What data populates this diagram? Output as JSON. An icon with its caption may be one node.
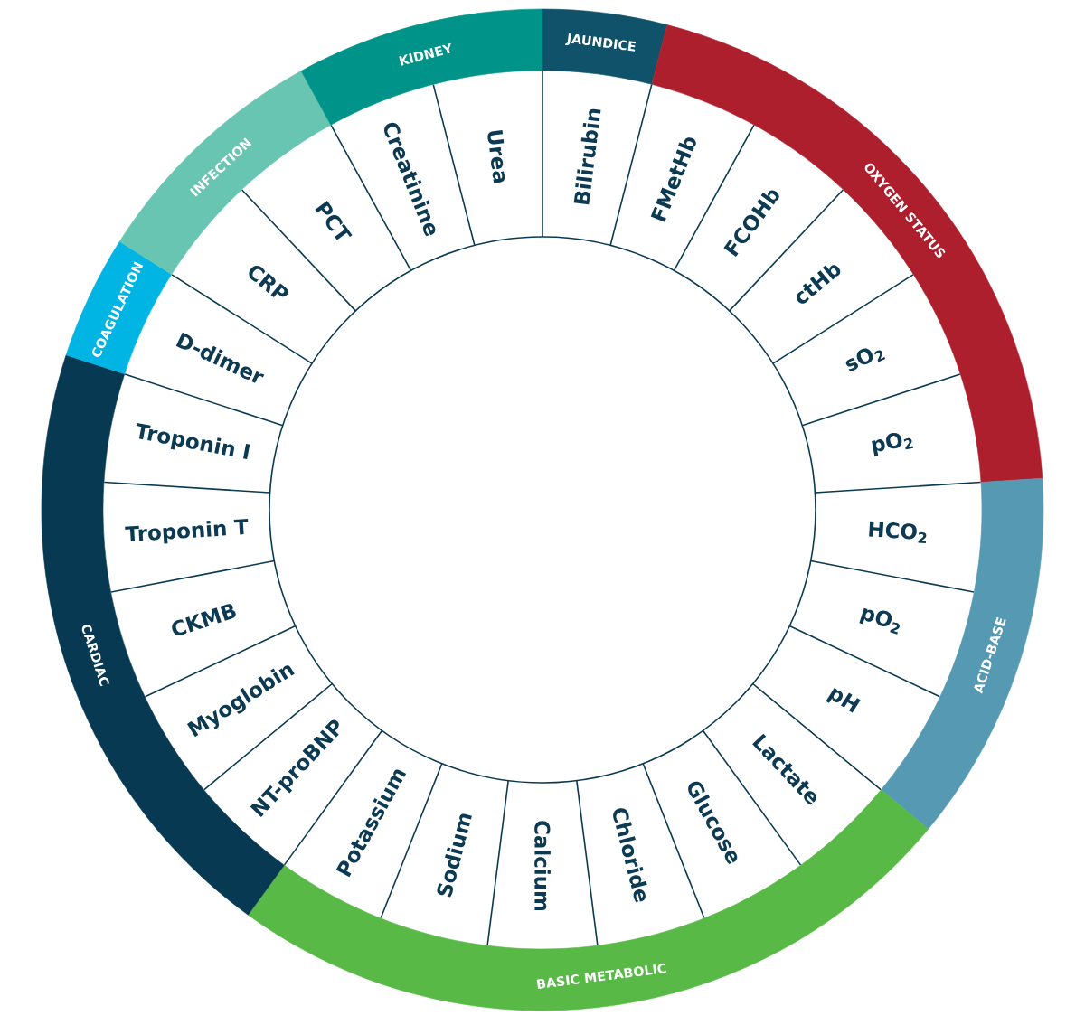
{
  "diagram": {
    "nodes": [
      {
        "text": [
          "JAUNDICE"
        ]
      },
      {
        "text": [
          "Bilirubin"
        ]
      },
      {
        "text": [
          "OXYGEN STATUS"
        ]
      },
      {
        "text": [
          "FMetHb"
        ]
      },
      {
        "text": [
          "FCOHb"
        ]
      },
      {
        "text": [
          "ctHb"
        ]
      },
      {
        "text": [
          "sO$_{2}$"
        ]
      },
      {
        "text": [
          "pO$_{2}$"
        ]
      },
      {
        "text": [
          "ACID-BASE"
        ]
      },
      {
        "text": [
          "HCO$_{2}$"
        ]
      },
      {
        "text": [
          "pO$_{2}$"
        ]
      },
      {
        "text": [
          "pH"
        ]
      },
      {
        "text": [
          "BASIC METABOLIC"
        ]
      },
      {
        "text": [
          "Lactate"
        ]
      },
      {
        "text": [
          "Glucose"
        ]
      },
      {
        "text": [
          "Chloride"
        ]
      },
      {
        "text": [
          "Calcium"
        ]
      },
      {
        "text": [
          "Sodium"
        ]
      },
      {
        "text": [
          "Potassium"
        ]
      },
      {
        "text": [
          "CARDIAC"
        ]
      },
      {
        "text": [
          "NT-proBNP"
        ]
      },
      {
        "text": [
          "Myoglobin"
        ]
      },
      {
        "text": [
          "CKMB"
        ]
      },
      {
        "text": [
          "Troponin T"
        ]
      },
      {
        "text": [
          "Troponin I"
        ]
      },
      {
        "text": [
          "COAGULATION"
        ]
      },
      {
        "text": [
          "D-dimer"
        ]
      },
      {
        "text": [
          "INFECTION"
        ]
      },
      {
        "text": [
          "CRP"
        ]
      },
      {
        "text": [
          "PCT"
        ]
      },
      {
        "text": [
          "KIDNEY"
        ]
      },
      {
        "text": [
          "Creatinine"
        ]
      },
      {
        "text": [
          "Urea"
        ]
      }
    ]
  }
}
